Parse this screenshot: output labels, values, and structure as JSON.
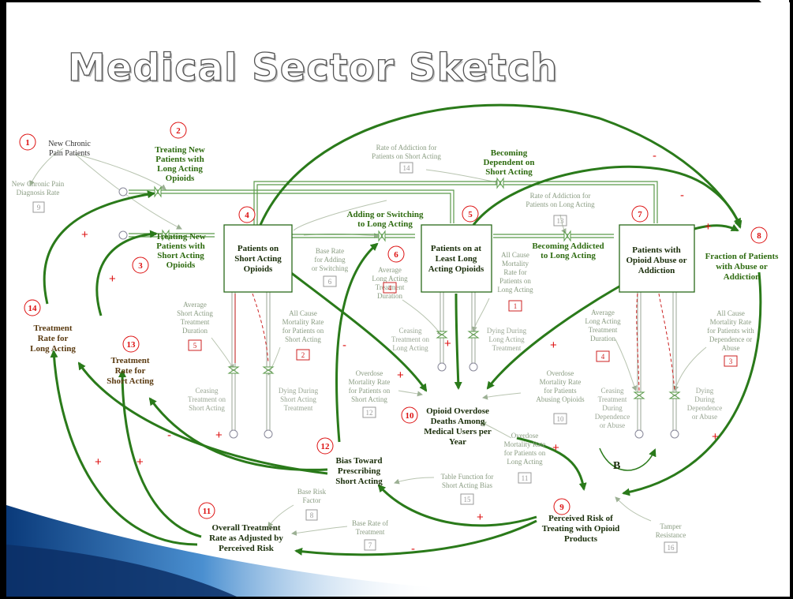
{
  "title": "Medical Sector Sketch",
  "stocks": [
    {
      "id": "short",
      "label": [
        "Patients on",
        "Short Acting",
        "Opioids"
      ]
    },
    {
      "id": "long",
      "label": [
        "Patients on at",
        "Least Long",
        "Acting Opioids"
      ]
    },
    {
      "id": "abuse",
      "label": [
        "Patients with",
        "Opioid Abuse or",
        "Addiction"
      ]
    }
  ],
  "loop_numbers": [
    "1",
    "2",
    "3",
    "4",
    "5",
    "6",
    "7",
    "8",
    "9",
    "10",
    "11",
    "12",
    "13",
    "14"
  ],
  "flows": {
    "new_chronic": [
      "New Chronic",
      "Pain Patients"
    ],
    "treating_long": [
      "Treating New",
      "Patients with",
      "Long Acting",
      "Opioids"
    ],
    "treating_short": [
      "Treating New",
      "Patients with",
      "Short Acting",
      "Opioids"
    ],
    "adding_switching": [
      "Adding or Switching",
      "to Long Acting"
    ],
    "becoming_dependent": [
      "Becoming",
      "Dependent on",
      "Short Acting"
    ],
    "becoming_addicted": [
      "Becoming Addicted",
      "to Long Acting"
    ],
    "ceasing_short": [
      "Ceasing",
      "Treatment on",
      "Short Acting"
    ],
    "dying_short": [
      "Dying During",
      "Short Acting",
      "Treatment"
    ],
    "ceasing_long": [
      "Ceasing",
      "Treatment on",
      "Long Acting"
    ],
    "dying_long": [
      "Dying During",
      "Long Acting",
      "Treatment"
    ],
    "ceasing_dep": [
      "Ceasing",
      "Treatment",
      "During",
      "Dependence",
      "or Abuse"
    ],
    "dying_dep": [
      "Dying",
      "During",
      "Dependence",
      "or Abuse"
    ]
  },
  "variables": {
    "fraction_abuse": [
      "Fraction of Patients",
      "with Abuse or",
      "Addiction"
    ],
    "overdose_deaths": [
      "Opioid Overdose",
      "Deaths Among",
      "Medical Users per",
      "Year"
    ],
    "perceived_risk": [
      "Perceived Risk of",
      "Treating with Opioid",
      "Products"
    ],
    "overall_rate": [
      "Overall Treatment",
      "Rate as Adjusted by",
      "Perceived Risk"
    ],
    "bias_short": [
      "Bias Toward",
      "Prescribing",
      "Short Acting"
    ],
    "rate_short": [
      "Treatment",
      "Rate for",
      "Short Acting"
    ],
    "rate_long": [
      "Treatment",
      "Rate for",
      "Long Acting"
    ]
  },
  "params": {
    "new_diag_rate": {
      "label": [
        "New Chronic Pain",
        "Diagnosis Rate"
      ],
      "num": "9"
    },
    "addiction_short": {
      "label": [
        "Rate of Addiction for",
        "Patients on Short Acting"
      ],
      "num": "14"
    },
    "addiction_long": {
      "label": [
        "Rate of Addiction for",
        "Patients on Long Acting"
      ],
      "num": "13"
    },
    "base_adding": {
      "label": [
        "Base Rate",
        "for Adding",
        "or Switching"
      ],
      "num": "6"
    },
    "avg_long_duration": {
      "label": [
        "Average",
        "Long Acting",
        "Treatment",
        "Duration"
      ],
      "num": "4"
    },
    "mort_long": {
      "label": [
        "All Cause",
        "Mortality",
        "Rate for",
        "Patients on",
        "Long Acting"
      ],
      "num": "1"
    },
    "avg_short_duration": {
      "label": [
        "Average",
        "Short Acting",
        "Treatment",
        "Duration"
      ],
      "num": "5"
    },
    "mort_short": {
      "label": [
        "All Cause",
        "Mortality Rate",
        "for Patients on",
        "Short Acting"
      ],
      "num": "2"
    },
    "avg_long_duration2": {
      "label": [
        "Average",
        "Long Acting",
        "Treatment",
        "Duration"
      ],
      "num": "4"
    },
    "mort_dep": {
      "label": [
        "All Cause",
        "Mortality Rate",
        "for Patients with",
        "Dependence or",
        "Abuse"
      ],
      "num": "3"
    },
    "od_short": {
      "label": [
        "Overdose",
        "Mortality Rate",
        "for Patients on",
        "Short Acting"
      ],
      "num": "12"
    },
    "od_abusing": {
      "label": [
        "Overdose",
        "Mortality Rate",
        "for Patients",
        "Abusing Opioids"
      ],
      "num": "10"
    },
    "od_long": {
      "label": [
        "Overdose",
        "Mortality Rate",
        "for Patients on",
        "Long Acting"
      ],
      "num": "11"
    },
    "table_bias": {
      "label": [
        "Table Function for",
        "Short Acting Bias"
      ],
      "num": "15"
    },
    "base_risk": {
      "label": [
        "Base Risk",
        "Factor"
      ],
      "num": "8"
    },
    "base_treatment": {
      "label": [
        "Base Rate of",
        "Treatment"
      ],
      "num": "7"
    },
    "tamper": {
      "label": [
        "Tamper",
        "Resistance"
      ],
      "num": "16"
    }
  },
  "loop_label": "B",
  "polarity": {
    "plus": "+",
    "minus": "-"
  },
  "colors": {
    "link": "#2a7a1a",
    "flow": "#4a8a3a",
    "number": "#d11111",
    "param": "#8a9c82"
  }
}
